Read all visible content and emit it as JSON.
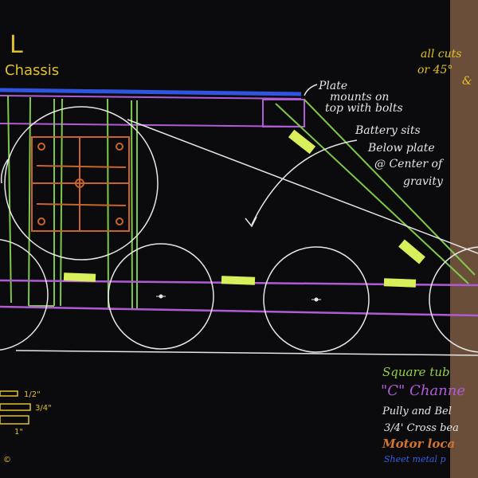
{
  "title": {
    "partial": "L",
    "subtitle": "Chassis"
  },
  "notes": {
    "plate": [
      "Plate",
      "mounts on",
      "top with bolts"
    ],
    "battery": [
      "Battery sits",
      "Below plate",
      "@ Center of",
      "gravity"
    ],
    "cuts": [
      "all cuts",
      "or 45°",
      "&"
    ]
  },
  "scale": {
    "half": "1/2\"",
    "three_quarter": "3/4\"",
    "one": "1\""
  },
  "legend": [
    {
      "label": "Square tub",
      "color": "#8fd14a"
    },
    {
      "label": "\"C\" Channe",
      "color": "#b05bd6"
    },
    {
      "label": "Pully and Bel",
      "color": "#e8e8e8"
    },
    {
      "label": "3/4' Cross bea",
      "color": "#e8e8e8"
    },
    {
      "label": "Motor loca",
      "color": "#d0742e"
    },
    {
      "label": "Sheet metal p",
      "color": "#3a5fe0"
    }
  ],
  "colors": {
    "board": "#0a0a0c",
    "frame": "#000000",
    "square_tube": "#7fc94a",
    "c_channel": "#b05bd6",
    "pulley": "#e6e6e6",
    "motor": "#c8642a",
    "plate": "#2f54e0",
    "yellow_block": "#d8ee5a",
    "title": "#e0c12a"
  }
}
